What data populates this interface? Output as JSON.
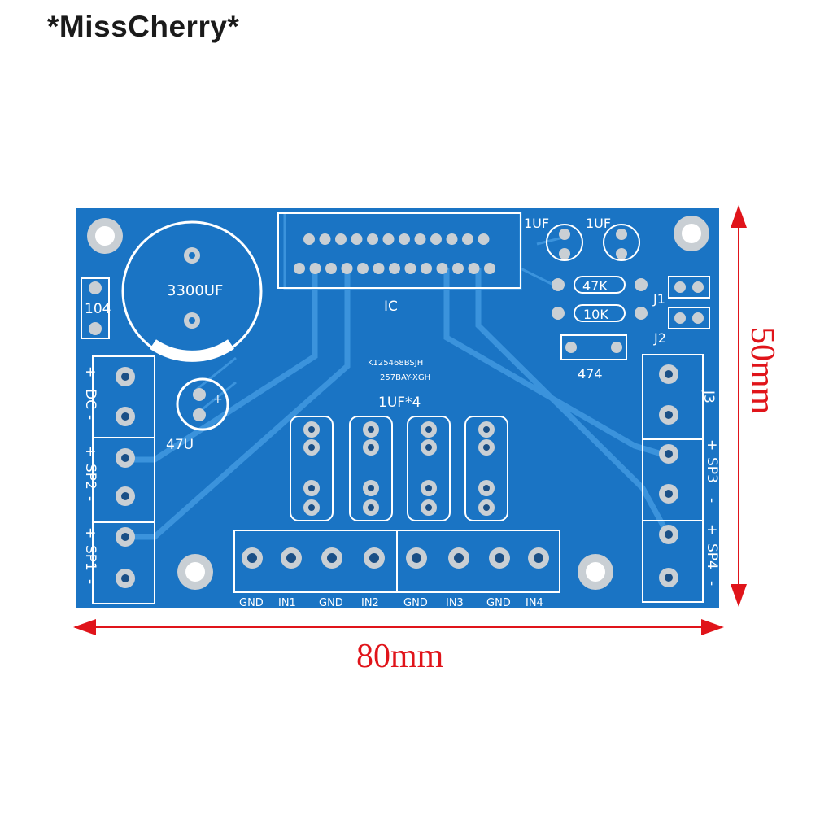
{
  "watermark": "*MissCherry*",
  "dimensions": {
    "width_label": "80mm",
    "height_label": "50mm"
  },
  "colors": {
    "board": "#1a74c4",
    "trace": "#2f8ad6",
    "pad": "#c9cfd4",
    "silk": "#ffffff",
    "dim": "#e0141a"
  },
  "board_labels": {
    "cap_big": "3300UF",
    "cap_small": "47U",
    "cap_small_plus": "+",
    "c104": "104",
    "ic": "IC",
    "code1": "K125468BSJH",
    "code2": "257BAY-XGH",
    "uf4": "1UF*4",
    "uf_a": "1UF",
    "uf_b": "1UF",
    "r47k": "47K",
    "r10k": "10K",
    "j1": "J1",
    "j2": "J2",
    "j3": "J3",
    "c474": "474"
  },
  "left_terminals": [
    {
      "plus": "+",
      "name": "DC",
      "minus": "-"
    },
    {
      "plus": "+",
      "name": "SP2",
      "minus": "-"
    },
    {
      "plus": "+",
      "name": "SP1",
      "minus": "-"
    }
  ],
  "right_terminals": [
    {
      "plus": "+",
      "name": "SP3",
      "minus": "-"
    },
    {
      "plus": "+",
      "name": "SP4",
      "minus": "-"
    }
  ],
  "inputs": [
    "GND",
    "IN1",
    "GND",
    "IN2",
    "GND",
    "IN3",
    "GND",
    "IN4"
  ]
}
